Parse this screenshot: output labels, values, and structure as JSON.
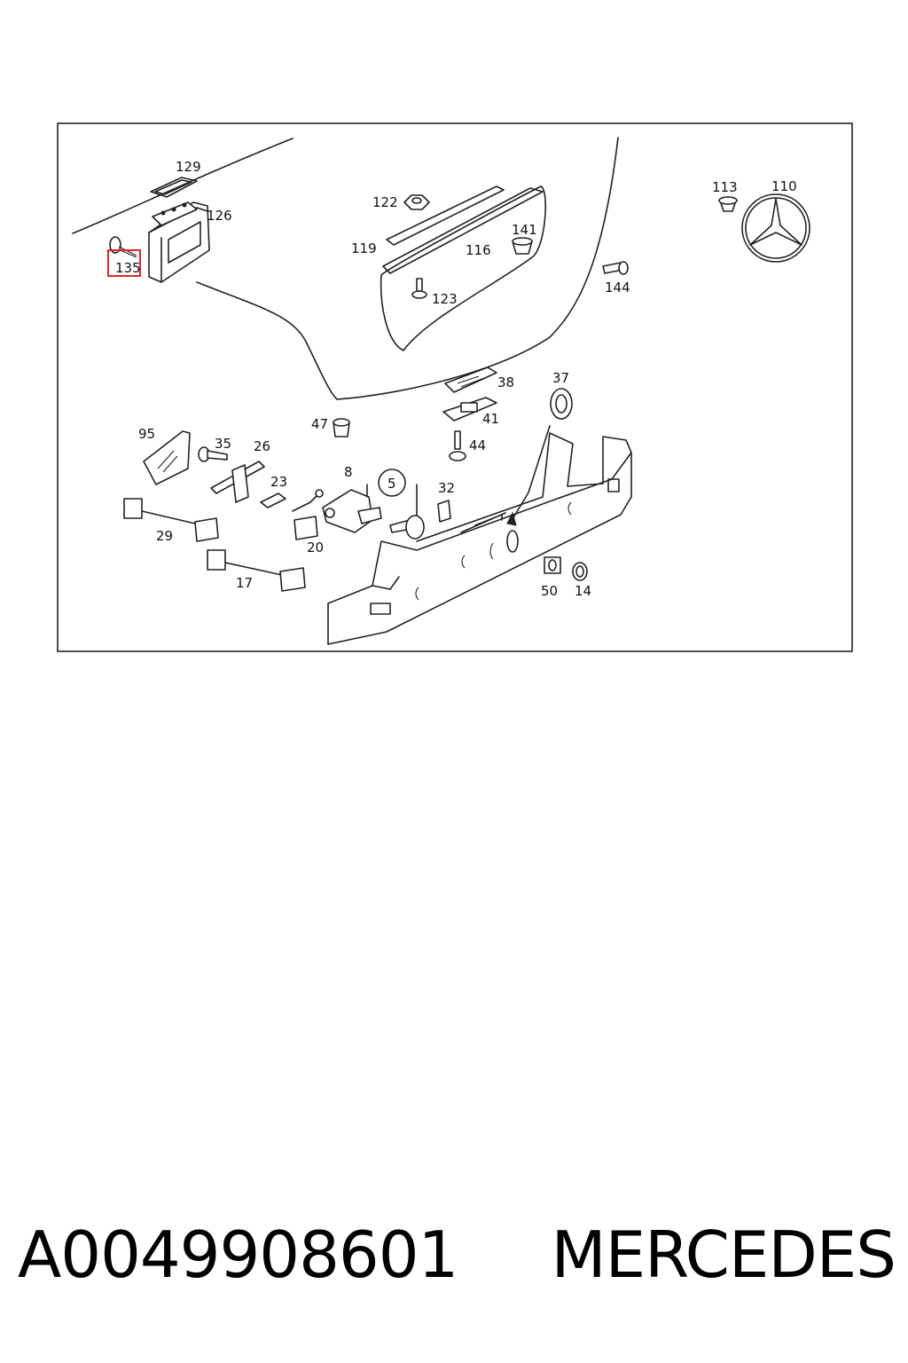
{
  "diagram": {
    "labels": {
      "l129": "129",
      "l126": "126",
      "l135": "135",
      "l122": "122",
      "l119": "119",
      "l116": "116",
      "l141": "141",
      "l123": "123",
      "l113": "113",
      "l110": "110",
      "l144": "144",
      "l38": "38",
      "l37": "37",
      "l41": "41",
      "l47": "47",
      "l44": "44",
      "l95": "95",
      "l35": "35",
      "l26": "26",
      "l23": "23",
      "l8": "8",
      "l5": "5",
      "l32": "32",
      "l29": "29",
      "l20": "20",
      "l17": "17",
      "l50": "50",
      "l14": "14"
    },
    "highlighted_part": "135",
    "highlight_color": "#e0242a"
  },
  "caption": {
    "part_number": "A0049908601",
    "brand": "MERCEDES"
  }
}
